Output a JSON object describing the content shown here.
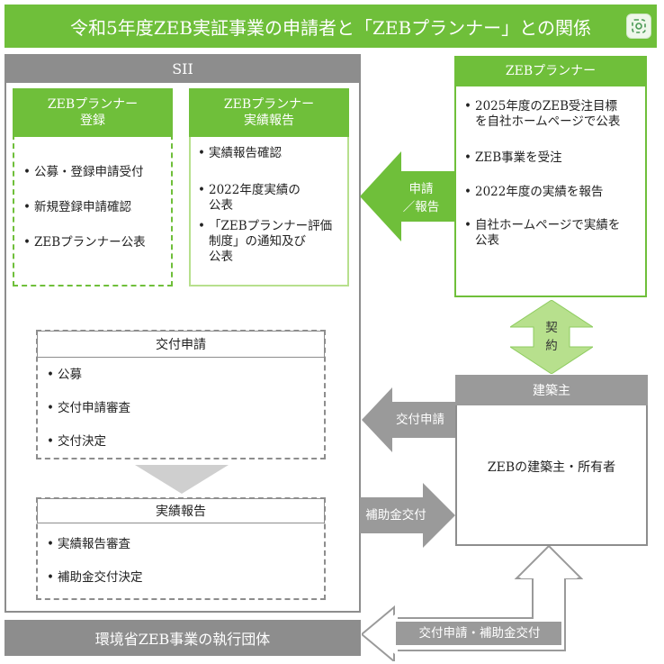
{
  "title": "令和5年度ZEB実証事業の申請者と「ZEBプランナー」との関係",
  "title_icon": "settings-camera-icon",
  "sii": {
    "label": "SII",
    "registration": {
      "title_line1": "ZEBプランナー",
      "title_line2": "登録",
      "items": [
        "公募・登録申請受付",
        "新規登録申請確認",
        "ZEBプランナー公表"
      ]
    },
    "report": {
      "title_line1": "ZEBプランナー",
      "title_line2": "実績報告",
      "items": [
        {
          "l1": "実績報告確認",
          "l2": "",
          "l3": ""
        },
        {
          "l1": "2022年度実績の",
          "l2": "公表",
          "l3": ""
        },
        {
          "l1": "「ZEBプランナー評価",
          "l2": "制度」の通知及び",
          "l3": "公表"
        }
      ]
    },
    "grant_application": {
      "title": "交付申請",
      "items": [
        "公募",
        "交付申請審査",
        "交付決定"
      ]
    },
    "performance_report": {
      "title": "実績報告",
      "items": [
        "実績報告審査",
        "補助金交付決定"
      ]
    }
  },
  "planner": {
    "title": "ZEBプランナー",
    "items": [
      {
        "l1": "2025年度のZEB受注目標",
        "l2": "を自社ホームページで公表"
      },
      {
        "l1": "ZEB事業を受注",
        "l2": ""
      },
      {
        "l1": "2022年度の実績を報告",
        "l2": ""
      },
      {
        "l1": "自社ホームページで実績を",
        "l2": "公表"
      }
    ]
  },
  "arrows": {
    "apply_report_l1": "申請",
    "apply_report_l2": "／報告",
    "contract_l1": "契",
    "contract_l2": "約",
    "grant_application": "交付申請",
    "subsidy_grant": "補助金交付",
    "application_and_subsidy": "交付申請・補助金交付"
  },
  "owner": {
    "title": "建築主",
    "body": "ZEBの建築主・所有者"
  },
  "bottom_label": "環境省ZEB事業の執行団体",
  "colors": {
    "green": "#6fbf3a",
    "light_green": "#b7e08d",
    "gray": "#8d8d8d",
    "dark_gray": "#9a9a9a"
  }
}
